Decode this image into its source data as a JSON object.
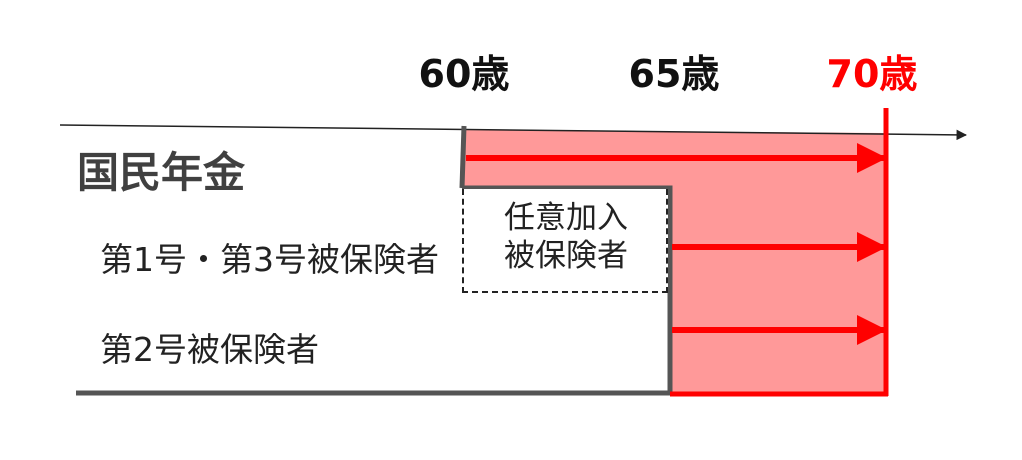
{
  "ages": [
    {
      "label": "60歳",
      "highlight": false
    },
    {
      "label": "65歳",
      "highlight": false
    },
    {
      "label": "70歳",
      "highlight": true
    }
  ],
  "group_title": "国民年金",
  "rows": [
    {
      "label": "第1号・第3号被保険者"
    },
    {
      "label": "第2号被保険者"
    }
  ],
  "voluntary": {
    "line1": "任意加入",
    "line2": "被保険者"
  },
  "colors": {
    "fill": "#ff9999",
    "arrow": "#ff0000",
    "axis": "#222222",
    "border": "#555555",
    "highlight_text": "#ff0000"
  }
}
